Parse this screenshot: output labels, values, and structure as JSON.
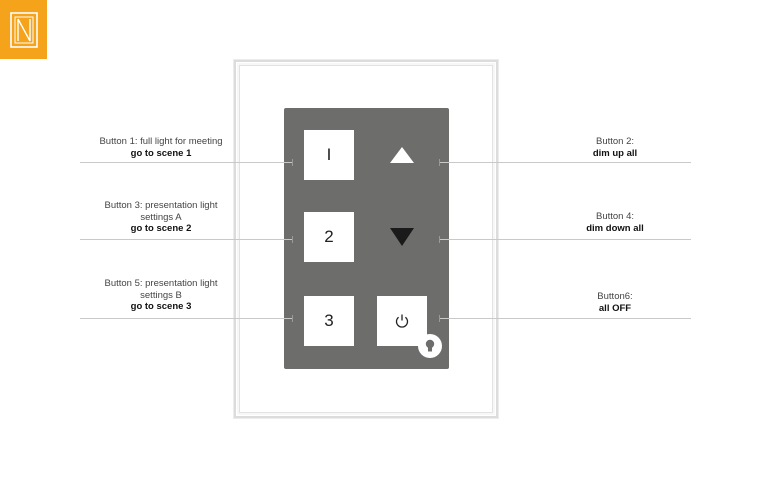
{
  "logo": {
    "icon": "brand-logo-icon",
    "color": "#f5a31a"
  },
  "keypad": {
    "color": "#6d6d6b",
    "keys": {
      "key1": "I",
      "key2_icon": "triangle-up-icon",
      "key3": "2",
      "key4_icon": "triangle-down-icon",
      "key5": "3",
      "key6_icon": "power-icon",
      "indicator_icon": "bulb-icon"
    }
  },
  "annotations": {
    "button1": {
      "line1": "Button 1: full light for meeting",
      "bold": "go to scene 1"
    },
    "button2": {
      "line1": "Button 2:",
      "bold": "dim up all"
    },
    "button3": {
      "line1": "Button 3: presentation light",
      "line2": "settings A",
      "bold": "go to scene 2"
    },
    "button4": {
      "line1": "Button 4:",
      "bold": "dim down all"
    },
    "button5": {
      "line1": "Button 5: presentation light",
      "line2": "settings B",
      "bold": "go to scene 3"
    },
    "button6": {
      "line1": "Button6:",
      "bold": "all OFF"
    }
  }
}
